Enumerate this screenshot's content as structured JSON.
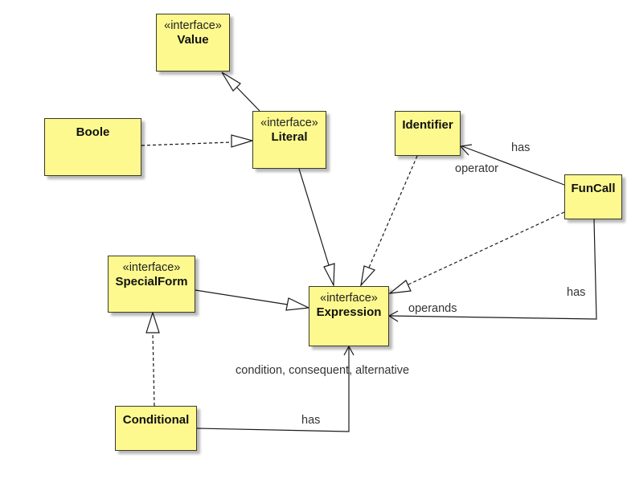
{
  "stereotype": "«interface»",
  "classes": {
    "value": "Value",
    "boole": "Boole",
    "literal": "Literal",
    "identifier": "Identifier",
    "funcall": "FunCall",
    "specialform": "SpecialForm",
    "expression": "Expression",
    "conditional": "Conditional"
  },
  "labels": {
    "funcall_identifier_has": "has",
    "funcall_identifier_role": "operator",
    "funcall_expression_has": "has",
    "funcall_expression_role": "operands",
    "conditional_expression_role": "condition, consequent, alternative",
    "conditional_expression_has": "has"
  }
}
